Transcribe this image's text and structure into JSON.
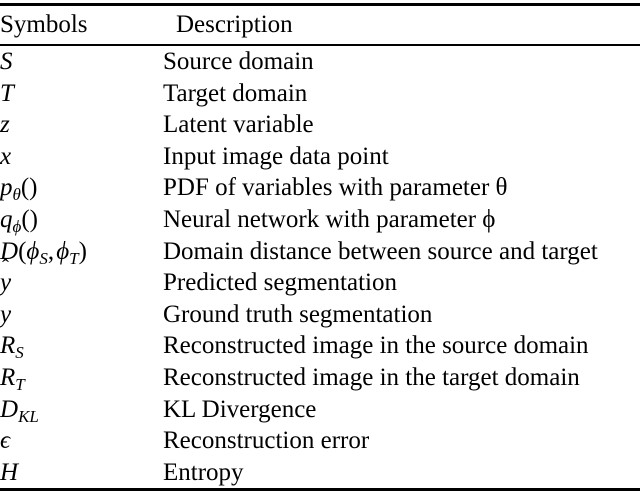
{
  "table": {
    "headers": {
      "symbols": "Symbols",
      "description": "Description"
    },
    "rows": [
      {
        "symbol": "S",
        "description": "Source domain"
      },
      {
        "symbol": "T",
        "description": "Target domain"
      },
      {
        "symbol": "z",
        "description": "Latent variable"
      },
      {
        "symbol": "x",
        "description": "Input image data point"
      },
      {
        "symbol": "pθ()",
        "description": "PDF of variables with parameter θ"
      },
      {
        "symbol": "qϕ()",
        "description": "Neural network with parameter ϕ"
      },
      {
        "symbol": "D(ϕS, ϕT)",
        "description": "Domain distance between source and target"
      },
      {
        "symbol": "ŷ",
        "description": "Predicted segmentation"
      },
      {
        "symbol": "y",
        "description": "Ground truth segmentation"
      },
      {
        "symbol": "RS",
        "description": "Reconstructed image in the source domain"
      },
      {
        "symbol": "RT",
        "description": "Reconstructed image in the target domain"
      },
      {
        "symbol": "DKL",
        "description": "KL Divergence"
      },
      {
        "symbol": "ϵ",
        "description": "Reconstruction error"
      },
      {
        "symbol": "H",
        "description": "Entropy"
      }
    ]
  },
  "style": {
    "text_color": "#000000",
    "background_color": "#ffffff",
    "rule_color": "#000000"
  }
}
